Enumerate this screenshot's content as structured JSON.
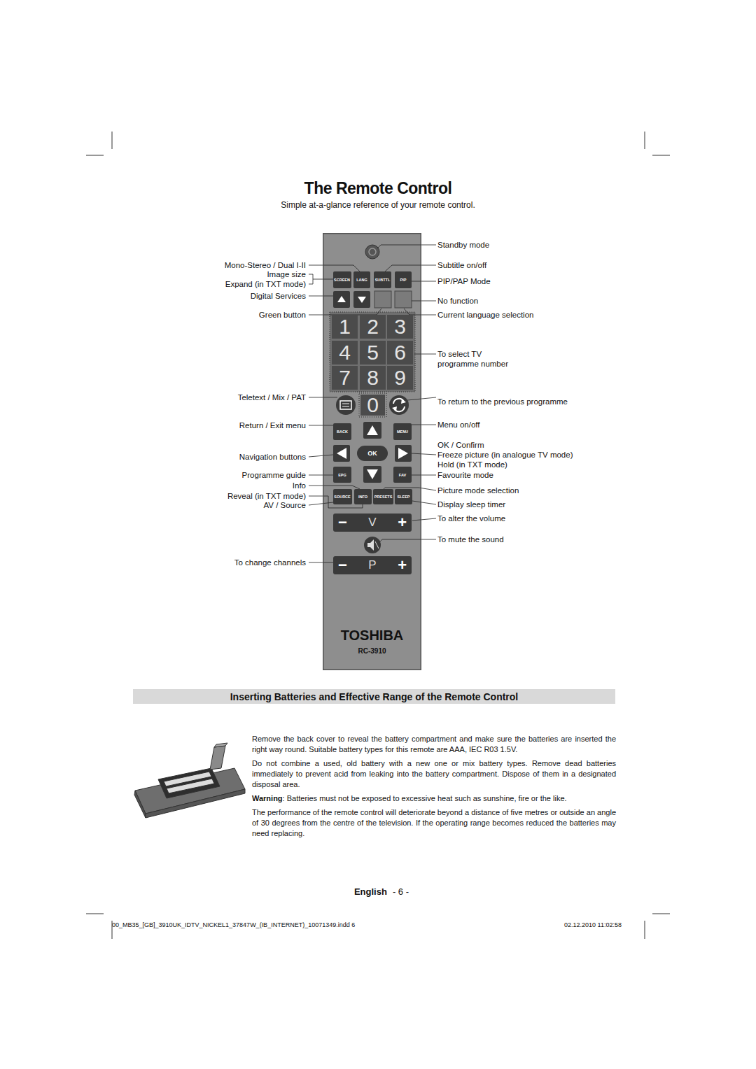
{
  "diagram": {
    "title": "The Remote Control",
    "nodes": [
      {
        "text": [
          "TOSHIBA",
          "RC-3910"
        ]
      },
      {
        "text": [
          "SCREEN"
        ],
        "in": 0
      },
      {
        "text": [
          "LANG"
        ],
        "in": 0
      },
      {
        "text": [
          "SUBTTL"
        ],
        "in": 0
      },
      {
        "text": [
          "PIP"
        ],
        "in": 0
      },
      {
        "text": [
          "1"
        ],
        "in": 0
      },
      {
        "text": [
          "2"
        ],
        "in": 0
      },
      {
        "text": [
          "3"
        ],
        "in": 0
      },
      {
        "text": [
          "4"
        ],
        "in": 0
      },
      {
        "text": [
          "5"
        ],
        "in": 0
      },
      {
        "text": [
          "6"
        ],
        "in": 0
      },
      {
        "text": [
          "7"
        ],
        "in": 0
      },
      {
        "text": [
          "8"
        ],
        "in": 0
      },
      {
        "text": [
          "9"
        ],
        "in": 0
      },
      {
        "text": [
          "0"
        ],
        "in": 0
      },
      {
        "text": [
          "BACK"
        ],
        "in": 0
      },
      {
        "text": [
          "MENU"
        ],
        "in": 0
      },
      {
        "text": [
          "OK"
        ],
        "in": 0
      },
      {
        "text": [
          "EPG"
        ],
        "in": 0
      },
      {
        "text": [
          "FAV"
        ],
        "in": 0
      },
      {
        "text": [
          "SOURCE"
        ],
        "in": 0
      },
      {
        "text": [
          "INFO"
        ],
        "in": 0
      },
      {
        "text": [
          "PRESETS"
        ],
        "in": 0
      },
      {
        "text": [
          "SLEEP"
        ],
        "in": 0
      },
      {
        "text": [
          "−",
          "V",
          "+"
        ],
        "in": 0
      },
      {
        "text": [
          "−",
          "P",
          "+"
        ],
        "in": 0
      },
      {
        "text": [
          "Inserting Batteries and Effective Range of the Remote Control"
        ]
      }
    ],
    "labels": [
      "Simple at-a-glance reference of your remote control.",
      "Mono-Stereo / Dual I-II",
      "Image size",
      "Expand (in TXT mode)",
      "Digital Services",
      "Green button",
      "Teletext / Mix / PAT",
      "Return / Exit menu",
      "Navigation buttons",
      "Programme guide",
      "Info",
      "Reveal (in TXT mode)",
      "AV / Source",
      "To change channels",
      "Standby mode",
      "Subtitle on/off",
      "PIP/PAP Mode",
      "No function",
      "Current language selection",
      "To select TV programme number",
      "To return to the previous programme",
      "Menu on/off",
      "OK / Confirm",
      "Freeze picture (in analogue TV mode)",
      "Hold (in TXT mode)",
      "Favourite mode",
      "Picture mode selection",
      "Display sleep timer",
      "To alter the volume",
      "To mute the sound",
      "Remove the back cover to reveal the battery compartment and make sure the batteries are inserted the right way round. Suitable battery types for this remote are AAA, IEC R03 1.5V.",
      "Do not combine a used, old battery with a new one or mix battery types. Remove dead batteries immediately to prevent acid from leaking into the battery compartment. Dispose of them in a designated disposal area.",
      "Warning",
      ": Batteries must not be exposed to excessive heat such as sunshine, fire or the like.",
      "The performance of the remote control will deteriorate beyond a distance of five metres or outside an angle of 30 degrees from the centre of the television. If the operating range becomes reduced the batteries may need replacing.",
      "English",
      "- 6 -",
      "00_MB35_[GB]_3910UK_IDTV_NICKEL1_37847W_(IB_INTERNET)_10071349.indd 6",
      "02.12.2010 11:02:58"
    ]
  }
}
